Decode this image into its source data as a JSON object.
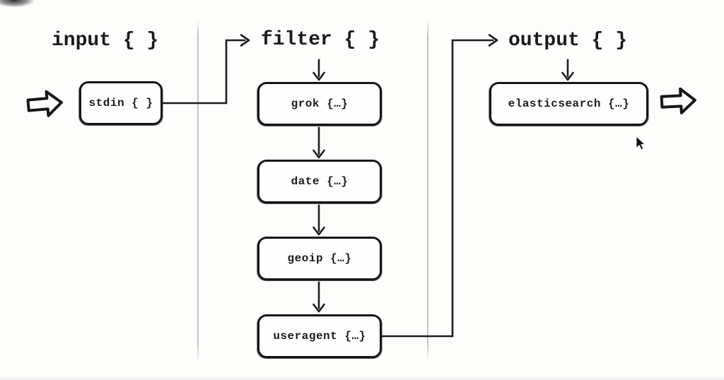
{
  "stages": {
    "input": {
      "heading": "input { }",
      "plugin": "stdin { }"
    },
    "filter": {
      "heading": "filter { }",
      "plugins": [
        "grok {…}",
        "date {…}",
        "geoip {…}",
        "useragent {…}"
      ]
    },
    "output": {
      "heading": "output { }",
      "plugin": "elasticsearch {…}"
    }
  },
  "icons": {
    "inflow": "block-arrow-right",
    "outflow": "block-arrow-right",
    "cursor": "mouse-pointer"
  },
  "colors": {
    "ink": "#1c1c1c",
    "background": "#fdfdfc",
    "separator": "#b7b7b4"
  }
}
